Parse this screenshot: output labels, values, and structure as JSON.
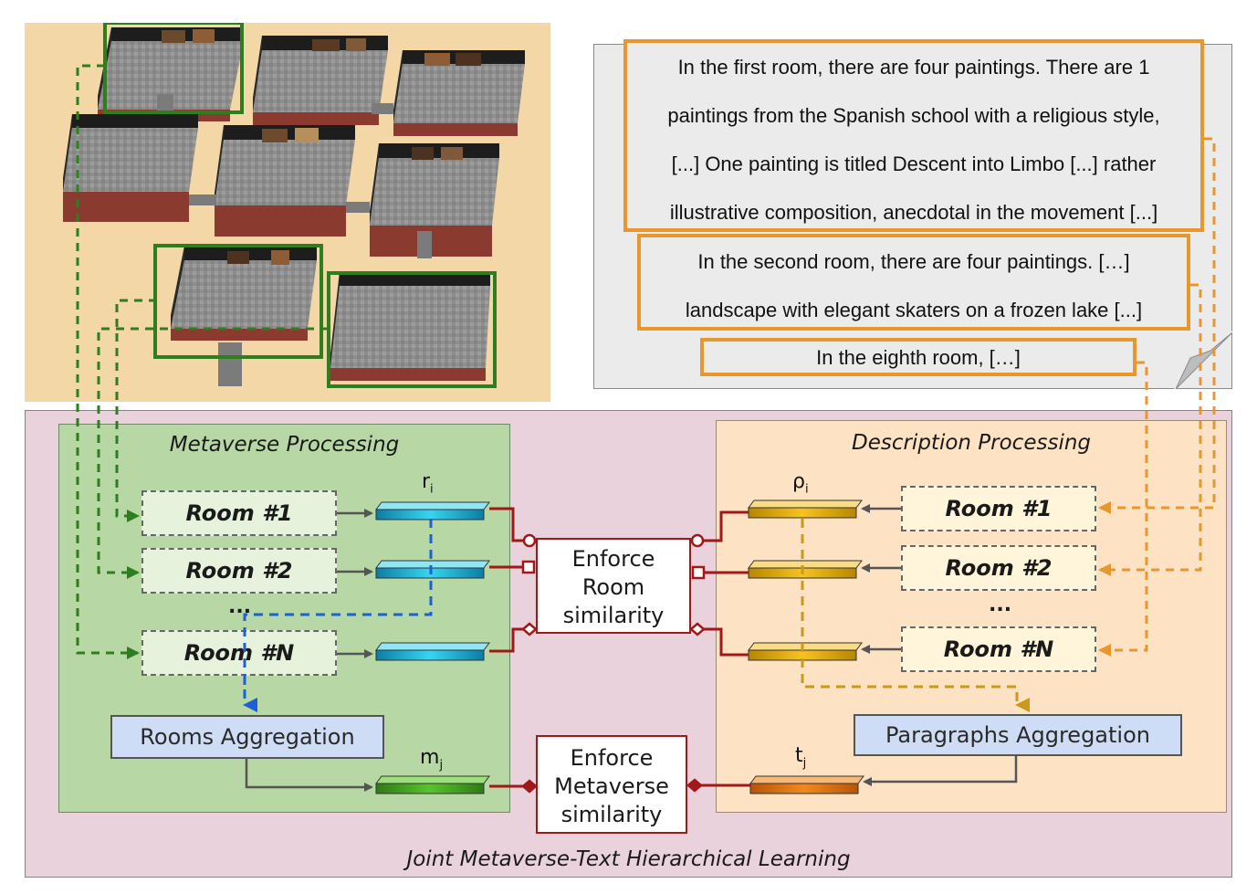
{
  "description": {
    "paragraph1": [
      "In the first room, there are four paintings. There are 1",
      "paintings from the Spanish school with a religious style,",
      "[...] One painting is titled Descent into Limbo [...] rather",
      "illustrative composition, anecdotal in the movement [...]"
    ],
    "paragraph2": [
      "In the second room, there are four paintings. […]",
      "landscape with elegant skaters on a frozen lake [...]"
    ],
    "paragraph3": "In the eighth room, […]"
  },
  "metaverse": {
    "title": "Metaverse Processing",
    "rooms": [
      "Room #1",
      "Room #2",
      "Room #N"
    ],
    "ellipsis": "...",
    "aggregation": "Rooms Aggregation",
    "room_vector": "r",
    "room_vector_sub": "i",
    "global_vector": "m",
    "global_vector_sub": "j"
  },
  "desc_processing": {
    "title": "Description Processing",
    "rooms": [
      "Room #1",
      "Room #2",
      "Room #N"
    ],
    "ellipsis": "...",
    "aggregation": "Paragraphs Aggregation",
    "room_vector": "ρ",
    "room_vector_sub": "i",
    "global_vector": "t",
    "global_vector_sub": "j"
  },
  "enforce_room": [
    "Enforce",
    "Room",
    "similarity"
  ],
  "enforce_metaverse": [
    "Enforce",
    "Metaverse",
    "similarity"
  ],
  "joint_title": "Joint Metaverse-Text Hierarchical Learning",
  "colors": {
    "metaverse_bg": "#b7d8a5",
    "description_bg": "#fde3c4",
    "joint_bg": "#ead2dd",
    "render_bg": "#f3d7a6",
    "highlight_green": "#2e7d1e",
    "highlight_orange": "#e8962e",
    "link_red": "#a11818",
    "blue_dash": "#1f5fd6",
    "gold_dash": "#cc9a1a"
  }
}
